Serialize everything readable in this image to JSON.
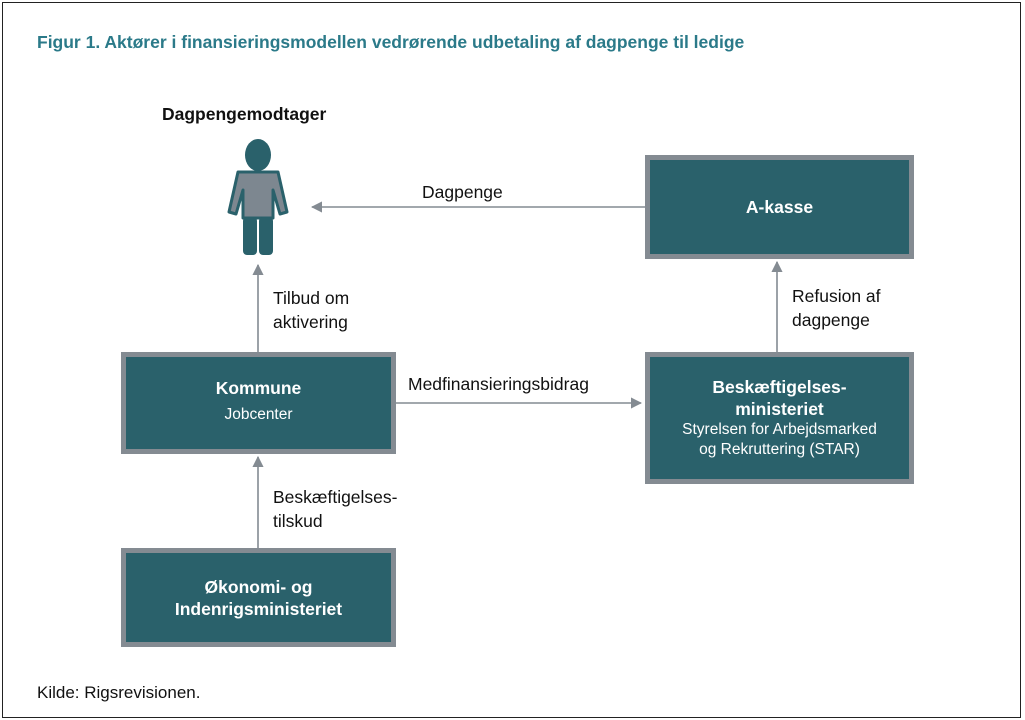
{
  "figure": {
    "title": "Figur 1. Aktører i finansieringsmodellen vedrørende udbetaling af dagpenge til ledige",
    "recipient_label": "Dagpengemodtager",
    "recipient_icon": "person-icon",
    "colors": {
      "title": "#2b7a89",
      "box_fill": "#2a616b",
      "box_border": "#848b92",
      "arrow": "#848b92",
      "person_body": "#7d8790",
      "person_head_legs": "#2a616b"
    }
  },
  "nodes": {
    "akasse": {
      "name": "A-kasse"
    },
    "kommune": {
      "name": "Kommune",
      "sub": "Jobcenter"
    },
    "bm": {
      "name_line1": "Beskæftigelses-",
      "name_line2": "ministeriet",
      "sub_line1": "Styrelsen for Arbejdsmarked",
      "sub_line2": "og Rekruttering (STAR)"
    },
    "oim": {
      "name_line1": "Økonomi- og",
      "name_line2": "Indenrigsministeriet"
    }
  },
  "edges": {
    "dagpenge": "Dagpenge",
    "tilbud_line1": "Tilbud om",
    "tilbud_line2": "aktivering",
    "refusion_line1": "Refusion af",
    "refusion_line2": "dagpenge",
    "medfin": "Medfinansieringsbidrag",
    "besk_line1": "Beskæftigelses-",
    "besk_line2": "tilskud"
  },
  "source": "Kilde:  Rigsrevisionen."
}
